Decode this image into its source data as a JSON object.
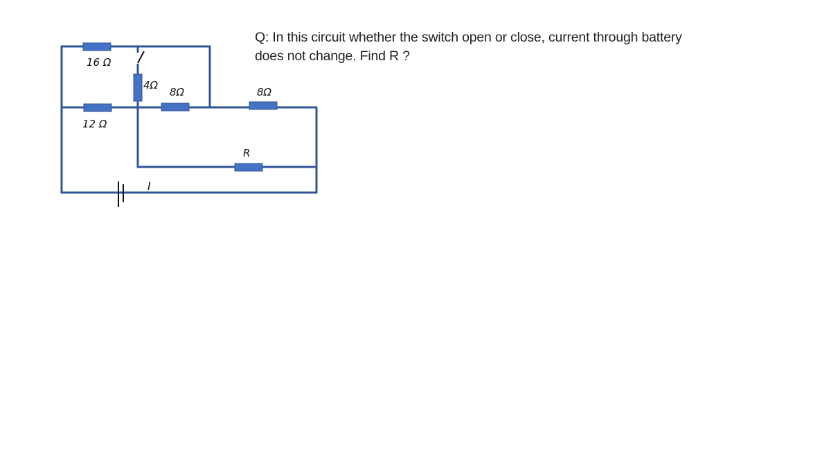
{
  "question": {
    "line1": "Q: In this circuit whether the switch open or close, current through battery",
    "line2": "does not change. Find R ?"
  },
  "labels": {
    "r16": "16 Ω",
    "r12": "12 Ω",
    "r4": "4Ω",
    "r8_left": "8Ω",
    "r8_right": "8Ω",
    "r_unknown": "R",
    "current_mark": "I"
  },
  "components": [
    {
      "id": "R1",
      "type": "resistor",
      "value": "16 Ω"
    },
    {
      "id": "R2",
      "type": "resistor",
      "value": "12 Ω"
    },
    {
      "id": "R3",
      "type": "resistor",
      "value": "4Ω"
    },
    {
      "id": "R4",
      "type": "resistor",
      "value": "8Ω"
    },
    {
      "id": "R5",
      "type": "resistor",
      "value": "8Ω"
    },
    {
      "id": "R6",
      "type": "resistor",
      "value": "R"
    },
    {
      "id": "S1",
      "type": "switch",
      "state": "open"
    },
    {
      "id": "B1",
      "type": "battery"
    }
  ],
  "colors": {
    "wire": "#2F5597",
    "resistor_fill": "#4472C4",
    "resistor_stroke": "#2F5597",
    "ink": "#111111"
  }
}
